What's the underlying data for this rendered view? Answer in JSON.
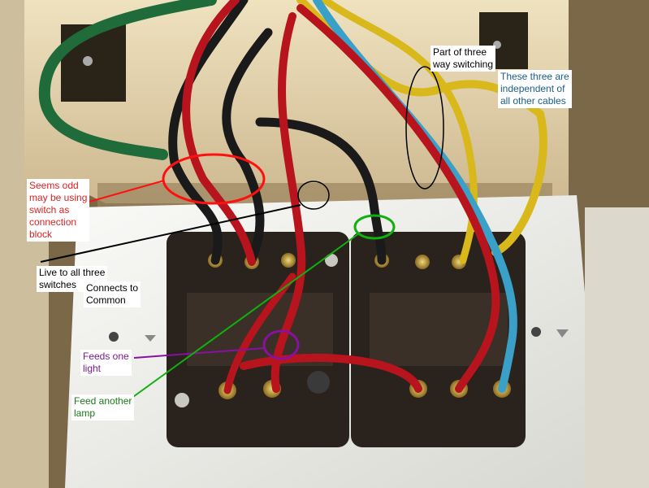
{
  "annotations": [
    {
      "id": "part-of-three-way",
      "text": "Part of three\nway switching",
      "color": "#000000"
    },
    {
      "id": "independent-cables",
      "text": "These three are\nindependent of\nall other cables",
      "color": "#1a5c8a"
    },
    {
      "id": "seems-odd",
      "text": "Seems odd\nmay be using\nswitch as\nconnection\nblock",
      "color": "#e02020"
    },
    {
      "id": "live-to-all",
      "text": "Live to all three\nswitches",
      "color": "#000000"
    },
    {
      "id": "connects-common",
      "text": "Connects to\nCommon",
      "color": "#000000"
    },
    {
      "id": "feeds-one-light",
      "text": "Feeds one\nlight",
      "color": "#7a1a8a"
    },
    {
      "id": "feed-another-lamp",
      "text": "Feed another\nlamp",
      "color": "#1a7a1a"
    }
  ],
  "colors": {
    "wire_red": "#b8141e",
    "wire_black": "#1a1a1a",
    "wire_blue": "#3aa0c8",
    "wire_yellow": "#d8b81a",
    "wire_green": "#1f6b3a",
    "red_marker": "#ff1010",
    "green_marker": "#10b010",
    "purple_marker": "#8a10a0",
    "back_box": "#e8d8b0",
    "faceplate": "#f2f2f0",
    "switch_body": "#2a221c"
  }
}
